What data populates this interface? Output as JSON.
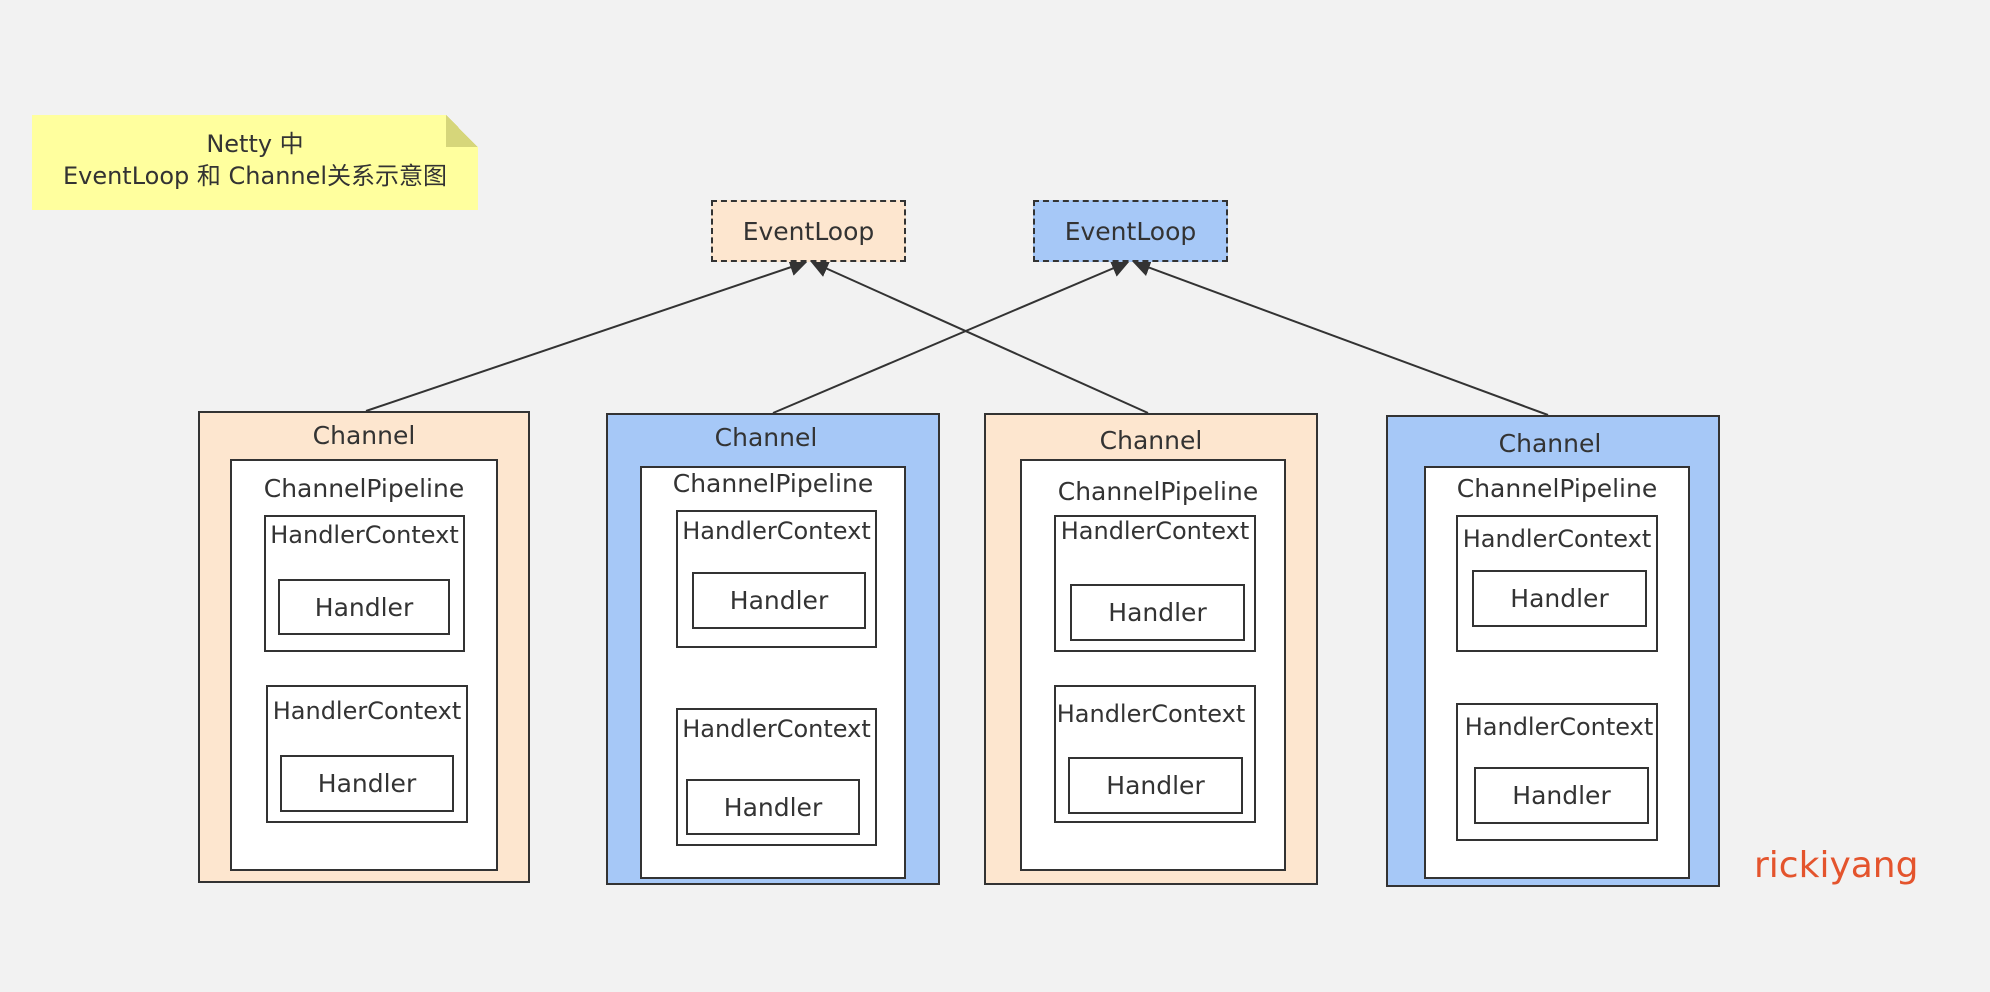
{
  "note": {
    "line1": "Netty 中",
    "line2": "EventLoop 和 Channel关系示意图"
  },
  "event_loops": [
    {
      "label": "EventLoop",
      "color": "#fde6cf"
    },
    {
      "label": "EventLoop",
      "color": "#a6c8f7"
    }
  ],
  "channels": [
    {
      "label": "Channel",
      "pipeline": "ChannelPipeline",
      "color": "#fde6cf",
      "event_loop": 1,
      "contexts": [
        {
          "label": "HandlerContext",
          "handler": "Handler"
        },
        {
          "label": "HandlerContext",
          "handler": "Handler"
        }
      ]
    },
    {
      "label": "Channel",
      "pipeline": "ChannelPipeline",
      "color": "#a6c8f7",
      "event_loop": 2,
      "contexts": [
        {
          "label": "HandlerContext",
          "handler": "Handler"
        },
        {
          "label": "HandlerContext",
          "handler": "Handler"
        }
      ]
    },
    {
      "label": "Channel",
      "pipeline": "ChannelPipeline",
      "color": "#fde6cf",
      "event_loop": 1,
      "contexts": [
        {
          "label": "HandlerContext",
          "handler": "Handler"
        },
        {
          "label": "HandlerContext",
          "handler": "Handler"
        }
      ]
    },
    {
      "label": "Channel",
      "pipeline": "ChannelPipeline",
      "color": "#a6c8f7",
      "event_loop": 2,
      "contexts": [
        {
          "label": "HandlerContext",
          "handler": "Handler"
        },
        {
          "label": "HandlerContext",
          "handler": "Handler"
        }
      ]
    }
  ],
  "author": "rickiyang"
}
